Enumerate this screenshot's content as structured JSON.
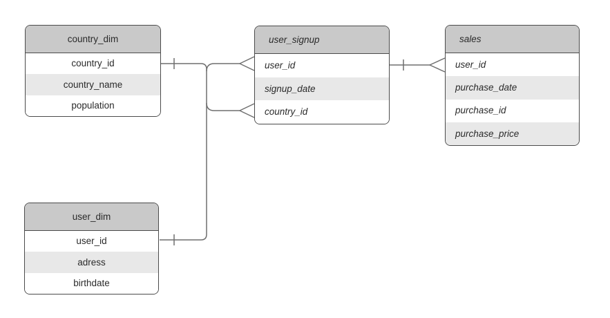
{
  "diagram": {
    "kind": "entity-relationship-diagram",
    "colors": {
      "background": "#ffffff",
      "header_bg": "#c9c9c9",
      "row_alt_bg": "#e8e8e8",
      "row_bg": "#ffffff",
      "table_border": "#4a4a4a",
      "line_color": "#6e6e6e",
      "text_color": "#2a2a2a"
    },
    "tables": [
      {
        "id": "country_dim",
        "title": "country_dim",
        "text_style": "regular-centered",
        "fields": [
          "country_id",
          "country_name",
          "population"
        ]
      },
      {
        "id": "user_signup",
        "title": "user_signup",
        "text_style": "italic-left",
        "fields": [
          "user_id",
          "signup_date",
          "country_id"
        ]
      },
      {
        "id": "sales",
        "title": "sales",
        "text_style": "italic-left",
        "fields": [
          "user_id",
          "purchase_date",
          "purchase_id",
          "purchase_price"
        ]
      },
      {
        "id": "user_dim",
        "title": "user_dim",
        "text_style": "regular-centered",
        "fields": [
          "user_id",
          "adress",
          "birthdate"
        ]
      }
    ],
    "relationships": [
      {
        "from": "country_dim.country_id",
        "from_cardinality": "one",
        "to": "user_signup.country_id",
        "to_cardinality": "many",
        "notation": "crows-foot"
      },
      {
        "from": "user_dim.user_id",
        "from_cardinality": "one",
        "to": "user_signup.user_id",
        "to_cardinality": "many",
        "notation": "crows-foot"
      },
      {
        "from": "user_signup.user_id",
        "from_cardinality": "one",
        "to": "sales.user_id",
        "to_cardinality": "many",
        "notation": "crows-foot"
      }
    ]
  }
}
